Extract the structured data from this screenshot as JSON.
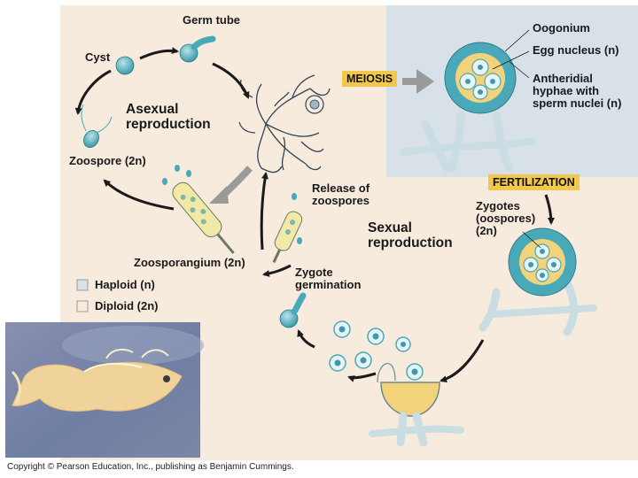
{
  "labels": {
    "germ_tube": "Germ tube",
    "cyst": "Cyst",
    "asexual_reproduction": "Asexual\nreproduction",
    "zoospore": "Zoospore (2n)",
    "meiosis": "MEIOSIS",
    "oogonium": "Oogonium",
    "egg_nucleus": "Egg nucleus (n)",
    "antheridial": "Antheridial\nhyphae with\nsperm nuclei (n)",
    "fertilization": "FERTILIZATION",
    "zygotes": "Zygotes\n(oospores)\n(2n)",
    "release_of_zoospores": "Release of\nzoospores",
    "sexual_reproduction": "Sexual\nreproduction",
    "zoosporangium": "Zoosporangium (2n)",
    "zygote_germination": "Zygote\ngermination",
    "haploid": "Haploid (n)",
    "diploid": "Diploid (2n)"
  },
  "copyright": "Copyright © Pearson Education, Inc., publishing as Benjamin Cummings.",
  "colors": {
    "diploid_background": "#f6ebdd",
    "haploid_background": "#d7e1e7",
    "cell_teal": "#4aa9b8",
    "process_box": "#f2c84b",
    "cycle_arrow": "#1a1a1a",
    "process_arrow": "#9a9a9a",
    "photo_background": "#7d87a8",
    "fish": "#efd39a"
  }
}
